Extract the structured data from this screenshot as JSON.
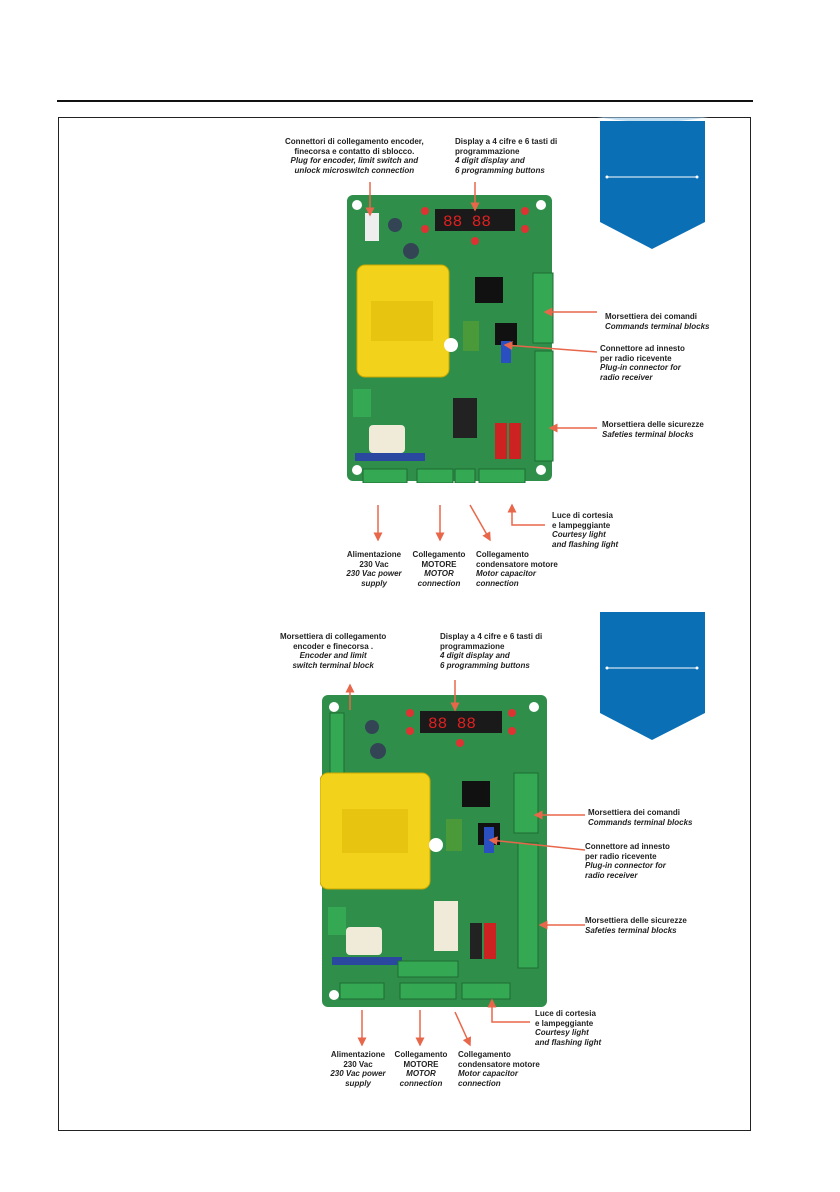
{
  "diagrams": [
    {
      "labels": {
        "connectors": {
          "it1": "Connettori di collegamento encoder,",
          "it2": "finecorsa e contatto di sblocco.",
          "en1": "Plug for encoder, limit switch and",
          "en2": "unlock microswitch connection"
        },
        "display": {
          "it1": "Display a 4 cifre e 6 tasti di",
          "it2": "programmazione",
          "en1": "4 digit display and",
          "en2": "6 programming buttons"
        },
        "commands": {
          "it1": "Morsettiera dei  comandi",
          "en1": "Commands terminal blocks"
        },
        "radio": {
          "it1": "Connettore ad innesto",
          "it2": "per radio ricevente",
          "en1": "Plug-in connector for",
          "en2": "radio receiver"
        },
        "safety": {
          "it1": "Morsettiera delle sicurezze",
          "en1": "Safeties terminal blocks"
        },
        "light": {
          "it1": "Luce di cortesia",
          "it2": "e lampeggiante",
          "en1": "Courtesy light",
          "en2": "and flashing light"
        },
        "power": {
          "it1": "Alimentazione",
          "it2": "230 Vac",
          "en1": "230 Vac power",
          "en2": "supply"
        },
        "motor": {
          "it1": "Collegamento",
          "it2": "MOTORE",
          "en1": "MOTOR",
          "en2": "connection"
        },
        "capacitor": {
          "it1": "Collegamento",
          "it2": "condensatore motore",
          "en1": "Motor capacitor",
          "en2": "connection"
        }
      }
    },
    {
      "labels": {
        "connectors": {
          "it1": "Morsettiera di collegamento",
          "it2": "encoder e finecorsa .",
          "en1": "Encoder and limit",
          "en2": "switch terminal block"
        },
        "display": {
          "it1": "Display a 4 cifre e 6 tasti di",
          "it2": "programmazione",
          "en1": "4 digit display and",
          "en2": "6 programming buttons"
        },
        "commands": {
          "it1": "Morsettiera dei  comandi",
          "en1": "Commands terminal blocks"
        },
        "radio": {
          "it1": "Connettore ad innesto",
          "it2": "per radio ricevente",
          "en1": "Plug-in connector for",
          "en2": "radio receiver"
        },
        "safety": {
          "it1": "Morsettiera delle sicurezze",
          "en1": "Safeties terminal blocks"
        },
        "light": {
          "it1": "Luce di cortesia",
          "it2": "e lampeggiante",
          "en1": "Courtesy light",
          "en2": "and flashing light"
        },
        "power": {
          "it1": "Alimentazione",
          "it2": "230 Vac",
          "en1": "230 Vac power",
          "en2": "supply"
        },
        "motor": {
          "it1": "Collegamento",
          "it2": "MOTORE",
          "en1": "MOTOR",
          "en2": "connection"
        },
        "capacitor": {
          "it1": "Collegamento",
          "it2": "condensatore motore",
          "en1": "Motor capacitor",
          "en2": "connection"
        }
      }
    }
  ],
  "colors": {
    "arrow": "#e8674a",
    "pcb": "#2f8f4a",
    "transformer": "#f2d21b",
    "banner": "#0a6fb5",
    "terminal": "#35a853"
  }
}
